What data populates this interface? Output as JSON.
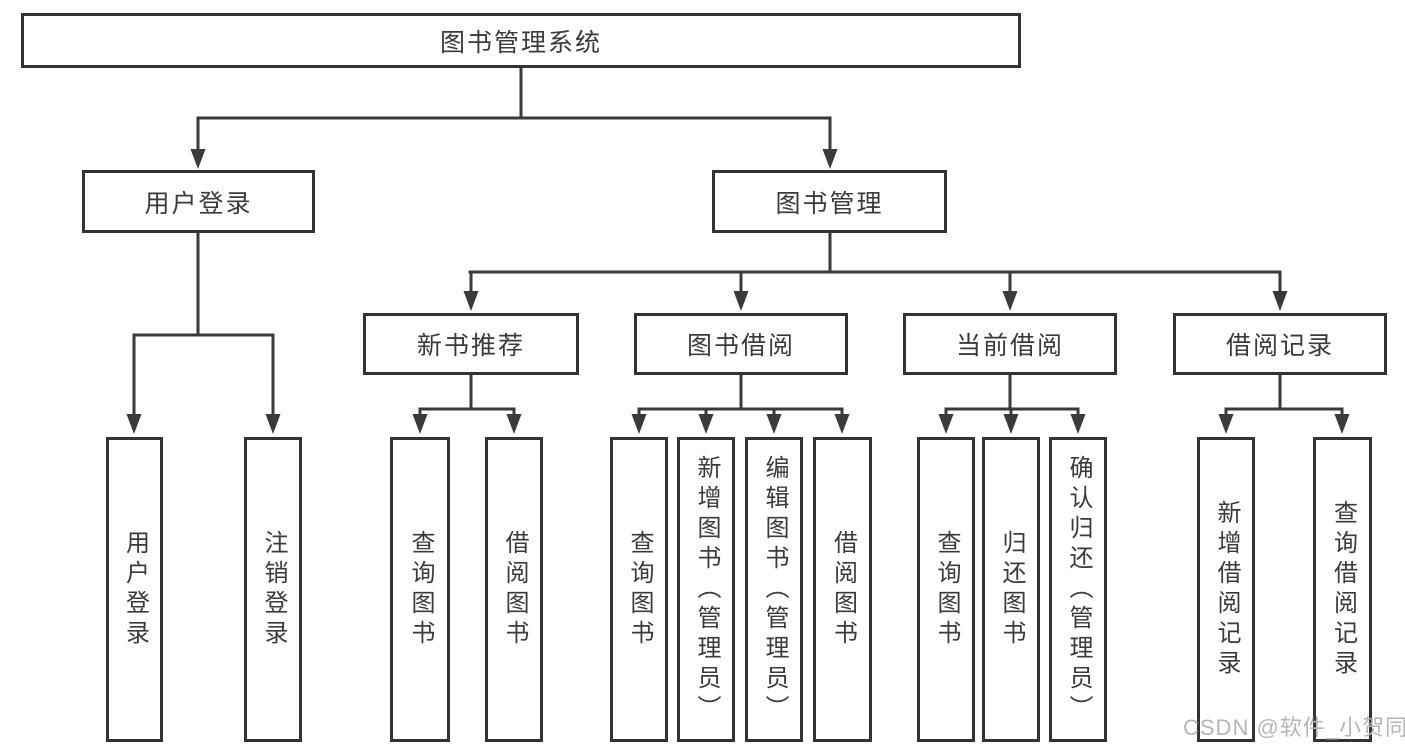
{
  "diagram_type": "hierarchy-tree",
  "tree": {
    "label": "图书管理系统",
    "children": [
      {
        "label": "用户登录",
        "children": [
          {
            "label": "用户登录"
          },
          {
            "label": "注销登录"
          }
        ]
      },
      {
        "label": "图书管理",
        "children": [
          {
            "label": "新书推荐",
            "children": [
              {
                "label": "查询图书"
              },
              {
                "label": "借阅图书"
              }
            ]
          },
          {
            "label": "图书借阅",
            "children": [
              {
                "label": "查询图书"
              },
              {
                "label": "新增图书（管理员）"
              },
              {
                "label": "编辑图书（管理员）"
              },
              {
                "label": "借阅图书"
              }
            ]
          },
          {
            "label": "当前借阅",
            "children": [
              {
                "label": "查询图书"
              },
              {
                "label": "归还图书"
              },
              {
                "label": "确认归还（管理员）"
              }
            ]
          },
          {
            "label": "借阅记录",
            "children": [
              {
                "label": "新增借阅记录"
              },
              {
                "label": "查询借阅记录"
              }
            ]
          }
        ]
      }
    ]
  },
  "watermark": {
    "text": "CSDN @软件_小贺同学"
  },
  "colors": {
    "background": "#ffffff",
    "box_border": "#333333",
    "connector_line": "#3a3a3a",
    "text": "#3b3b3b",
    "watermark": "#b6b6b6"
  }
}
